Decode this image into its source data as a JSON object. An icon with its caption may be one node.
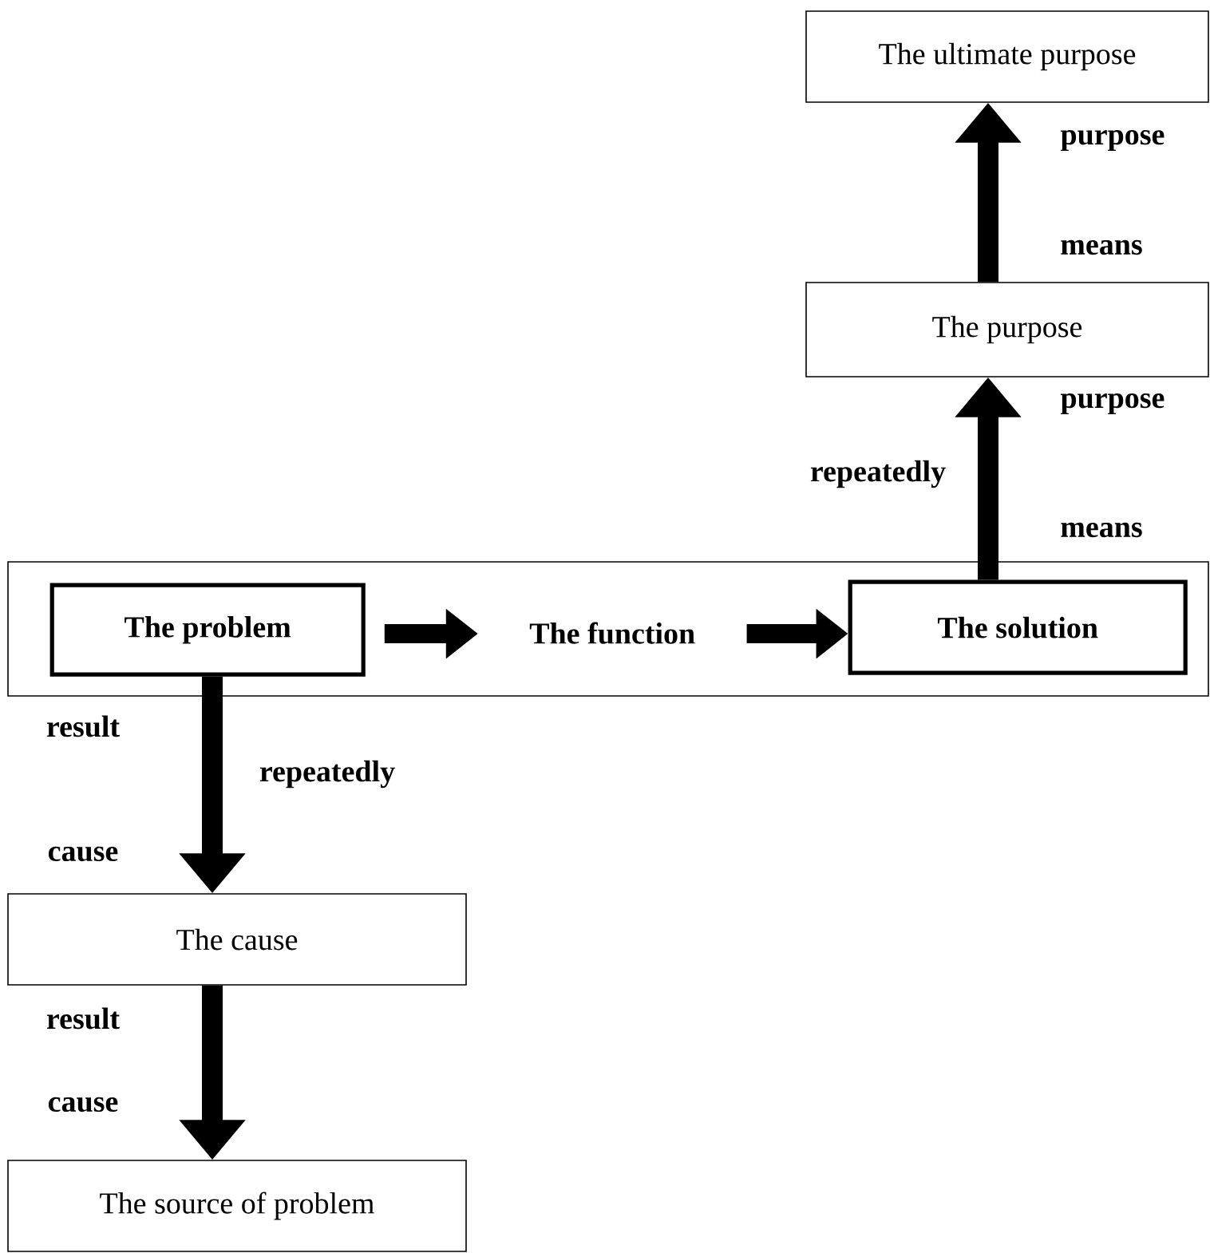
{
  "diagram": {
    "nodes": [
      {
        "text": [],
        "shape": "box"
      },
      {
        "text": [
          "The problem"
        ],
        "in": 0
      },
      {
        "text": [
          "The function"
        ],
        "in": 0
      },
      {
        "text": [
          "The solution"
        ],
        "in": 0
      },
      {
        "text": [
          "The purpose"
        ]
      },
      {
        "text": [
          "The ultimate purpose"
        ]
      },
      {
        "text": [
          "The cause"
        ]
      },
      {
        "text": [
          "The source of problem"
        ]
      }
    ],
    "edges": [
      {
        "from": 1,
        "to": 2,
        "arrow": "to"
      },
      {
        "from": 2,
        "to": 3,
        "arrow": "to"
      },
      {
        "from": 3,
        "to": 4,
        "arrow": "to",
        "label": "repeatedly"
      },
      {
        "from": 4,
        "to": 5,
        "arrow": "to"
      },
      {
        "from": 1,
        "to": 6,
        "arrow": "to",
        "label": "repeatedly"
      },
      {
        "from": 6,
        "to": 7,
        "arrow": "to"
      }
    ],
    "labels": [
      "purpose",
      "means",
      "purpose",
      "means",
      "result",
      "cause",
      "result",
      "cause"
    ]
  }
}
